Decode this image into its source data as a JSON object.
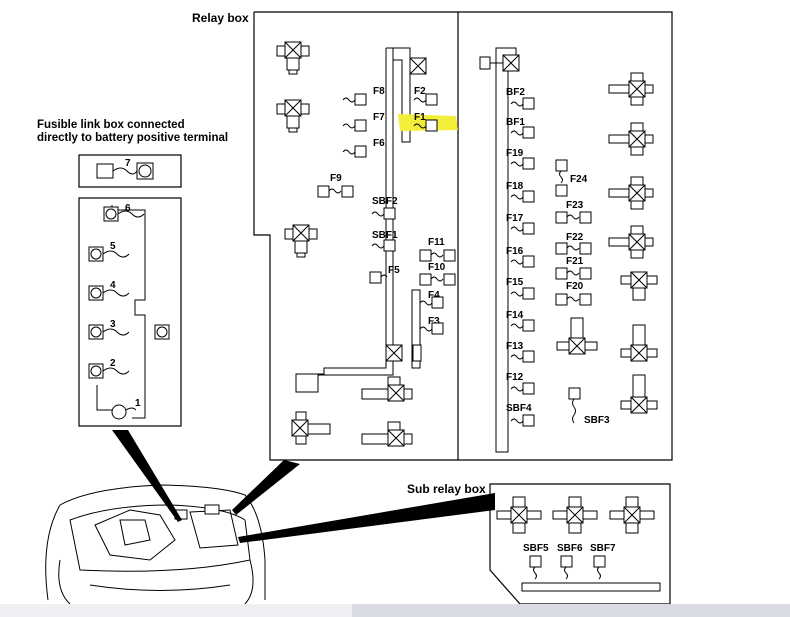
{
  "labels": {
    "relay_box": "Relay box",
    "fusible_title_line1": "Fusible link box connected",
    "fusible_title_line2": "directly to battery positive terminal",
    "sub_relay_box": "Sub relay box"
  },
  "highlight_color": "#f3ee3a",
  "fusible_link_numbers": [
    "7",
    "6",
    "5",
    "4",
    "3",
    "2",
    "1"
  ],
  "relay_box_left_fuses": [
    "F8",
    "F7",
    "F6",
    "F2",
    "F1",
    "F9",
    "SBF2",
    "SBF1",
    "F5",
    "F11",
    "F10",
    "F4",
    "F3"
  ],
  "relay_box_right_fuses": [
    "BF2",
    "BF1",
    "F19",
    "F18",
    "F17",
    "F16",
    "F15",
    "F14",
    "F13",
    "F12",
    "SBF4",
    "F24",
    "F23",
    "F22",
    "F21",
    "F20",
    "SBF3"
  ],
  "sub_relay_fuses": [
    "SBF5",
    "SBF6",
    "SBF7"
  ],
  "highlighted_fuse": "F1"
}
